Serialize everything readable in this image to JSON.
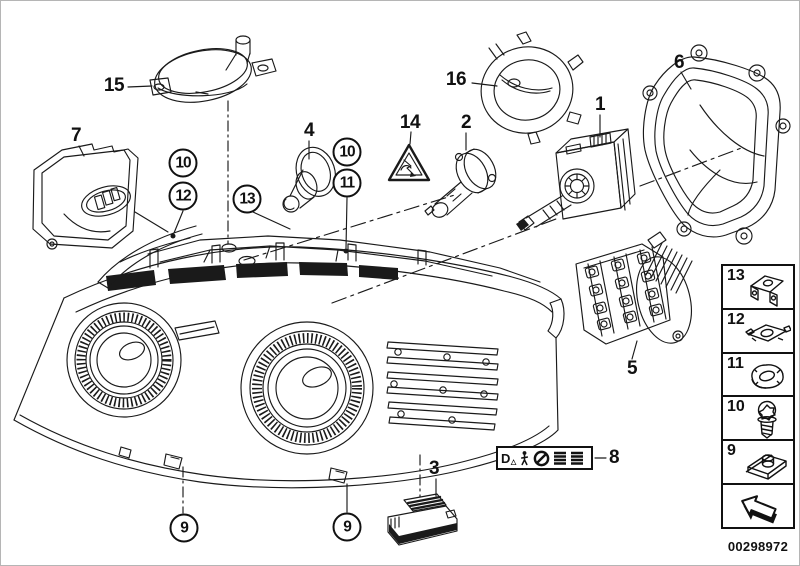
{
  "diagram": {
    "title": "headlight-exploded-parts-diagram",
    "part_number": "00298972",
    "colors": {
      "line": "#1a1a1a",
      "background": "#ffffff"
    },
    "callouts": [
      {
        "label": "15",
        "style": "plain"
      },
      {
        "label": "7",
        "style": "plain"
      },
      {
        "label": "10",
        "style": "circled"
      },
      {
        "label": "12",
        "style": "circled"
      },
      {
        "label": "13",
        "style": "circled"
      },
      {
        "label": "4",
        "style": "plain"
      },
      {
        "label": "10",
        "style": "circled"
      },
      {
        "label": "11",
        "style": "circled"
      },
      {
        "label": "14",
        "style": "plain"
      },
      {
        "label": "2",
        "style": "plain"
      },
      {
        "label": "16",
        "style": "plain"
      },
      {
        "label": "1",
        "style": "plain"
      },
      {
        "label": "6",
        "style": "plain"
      },
      {
        "label": "5",
        "style": "plain"
      },
      {
        "label": "3",
        "style": "plain"
      },
      {
        "label": "8",
        "style": "plain"
      },
      {
        "label": "9",
        "style": "circled"
      },
      {
        "label": "9",
        "style": "circled"
      }
    ],
    "legend": {
      "items": [
        {
          "label": "13",
          "icon": "bracket-clip-icon"
        },
        {
          "label": "12",
          "icon": "spring-clip-icon"
        },
        {
          "label": "11",
          "icon": "plastic-nut-icon"
        },
        {
          "label": "10",
          "icon": "torx-screw-icon"
        },
        {
          "label": "9",
          "icon": "clip-nut-icon"
        },
        {
          "label": "",
          "icon": "continuation-arrow-icon"
        }
      ]
    },
    "label_plate": {
      "code": "D",
      "triangle_glyph": "△"
    }
  }
}
